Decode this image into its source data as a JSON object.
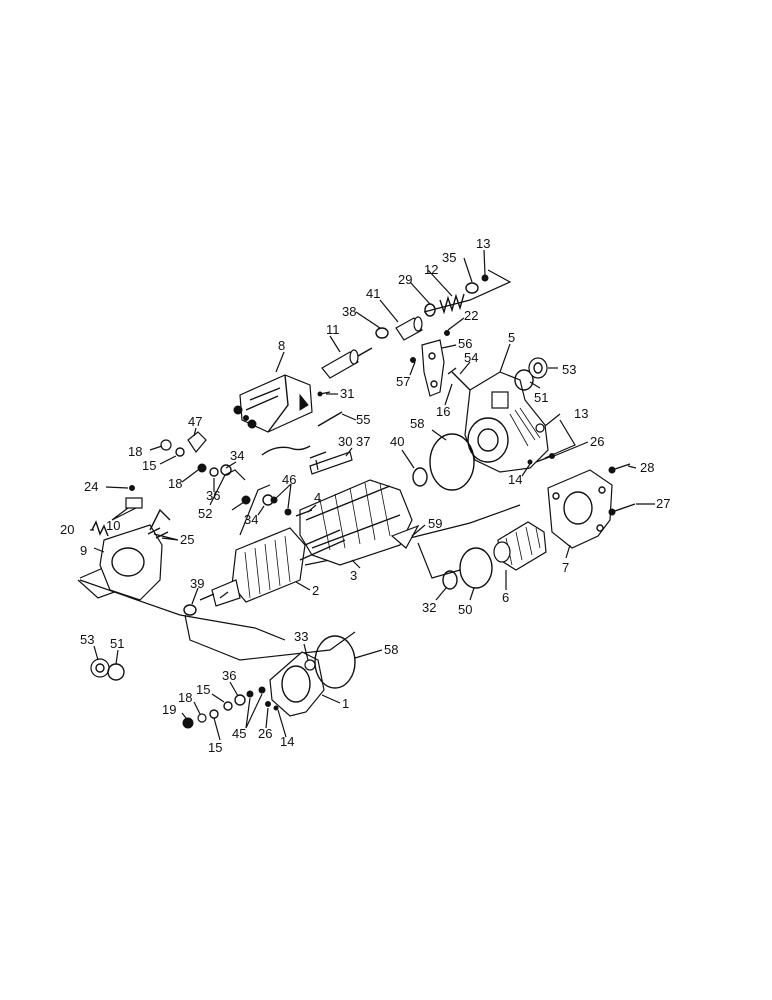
{
  "callouts": [
    "1",
    "2",
    "3",
    "4",
    "5",
    "6",
    "7",
    "8",
    "9",
    "10",
    "11",
    "12",
    "13",
    "13",
    "14",
    "14",
    "15",
    "15",
    "15",
    "16",
    "18",
    "18",
    "18",
    "19",
    "20",
    "22",
    "24",
    "25",
    "26",
    "26",
    "27",
    "28",
    "29",
    "30",
    "31",
    "32",
    "33",
    "34",
    "34",
    "35",
    "36",
    "36",
    "37",
    "38",
    "39",
    "40",
    "41",
    "45",
    "46",
    "47",
    "50",
    "51",
    "51",
    "52",
    "53",
    "53",
    "54",
    "55",
    "56",
    "57",
    "58",
    "58",
    "59"
  ],
  "colors": {
    "ink": "#111111",
    "paper": "#ffffff"
  }
}
